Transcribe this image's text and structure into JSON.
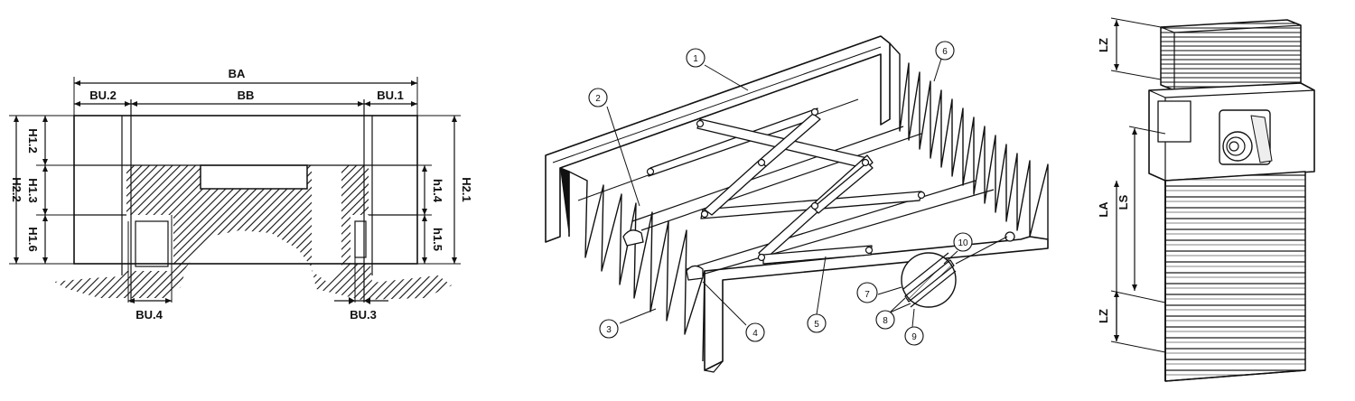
{
  "figure1": {
    "labels": {
      "ba": "BA",
      "bb": "BB",
      "bu1": "BU.1",
      "bu2": "BU.2",
      "bu3": "BU.3",
      "bu4": "BU.4",
      "h12": "H1.2",
      "h13": "H1.3",
      "h16": "H1.6",
      "h22": "H2.2",
      "h21": "H2.1",
      "h14": "h1.4",
      "h15": "h1.5"
    }
  },
  "figure2": {
    "callouts": [
      "1",
      "2",
      "3",
      "4",
      "5",
      "6",
      "7",
      "8",
      "9",
      "10"
    ]
  },
  "figure3": {
    "labels": {
      "lz_top": "LZ",
      "la": "LA",
      "ls": "LS",
      "lz_bottom": "LZ"
    }
  }
}
